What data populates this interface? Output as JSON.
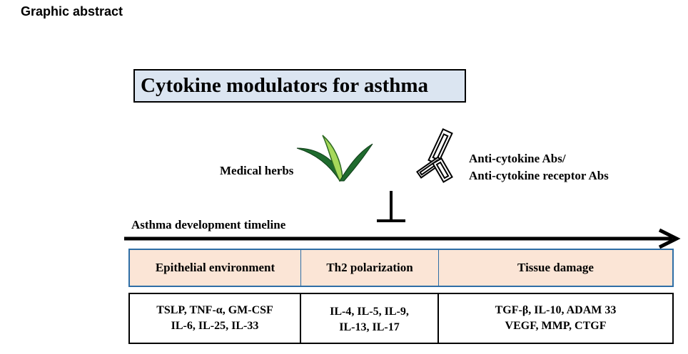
{
  "header": {
    "label": "Graphic abstract"
  },
  "title": "Cytokine modulators for asthma",
  "interventions": {
    "herbs_label": "Medical herbs",
    "antibody_label_line1": "Anti-cytokine Abs/",
    "antibody_label_line2": "Anti-cytokine receptor Abs"
  },
  "timeline": {
    "label": "Asthma development timeline",
    "stages": [
      "Epithelial  environment",
      "Th2 polarization",
      "Tissue damage"
    ],
    "cytokines": [
      [
        "TSLP,  TNF-α,  GM-CSF",
        "IL-6, IL-25,  IL-33"
      ],
      [
        "IL-4, IL-5, IL-9,",
        "IL-13, IL-17"
      ],
      [
        "TGF-β,  IL-10,  ADAM 33",
        "VEGF,  MMP,  CTGF"
      ]
    ]
  },
  "colors": {
    "title_bg": "#dbe5f1",
    "stage_bg": "#fbe5d6",
    "stage_border": "#2e6ea6",
    "leaf_dark": "#1f6b2e",
    "leaf_light": "#a6d85a"
  }
}
